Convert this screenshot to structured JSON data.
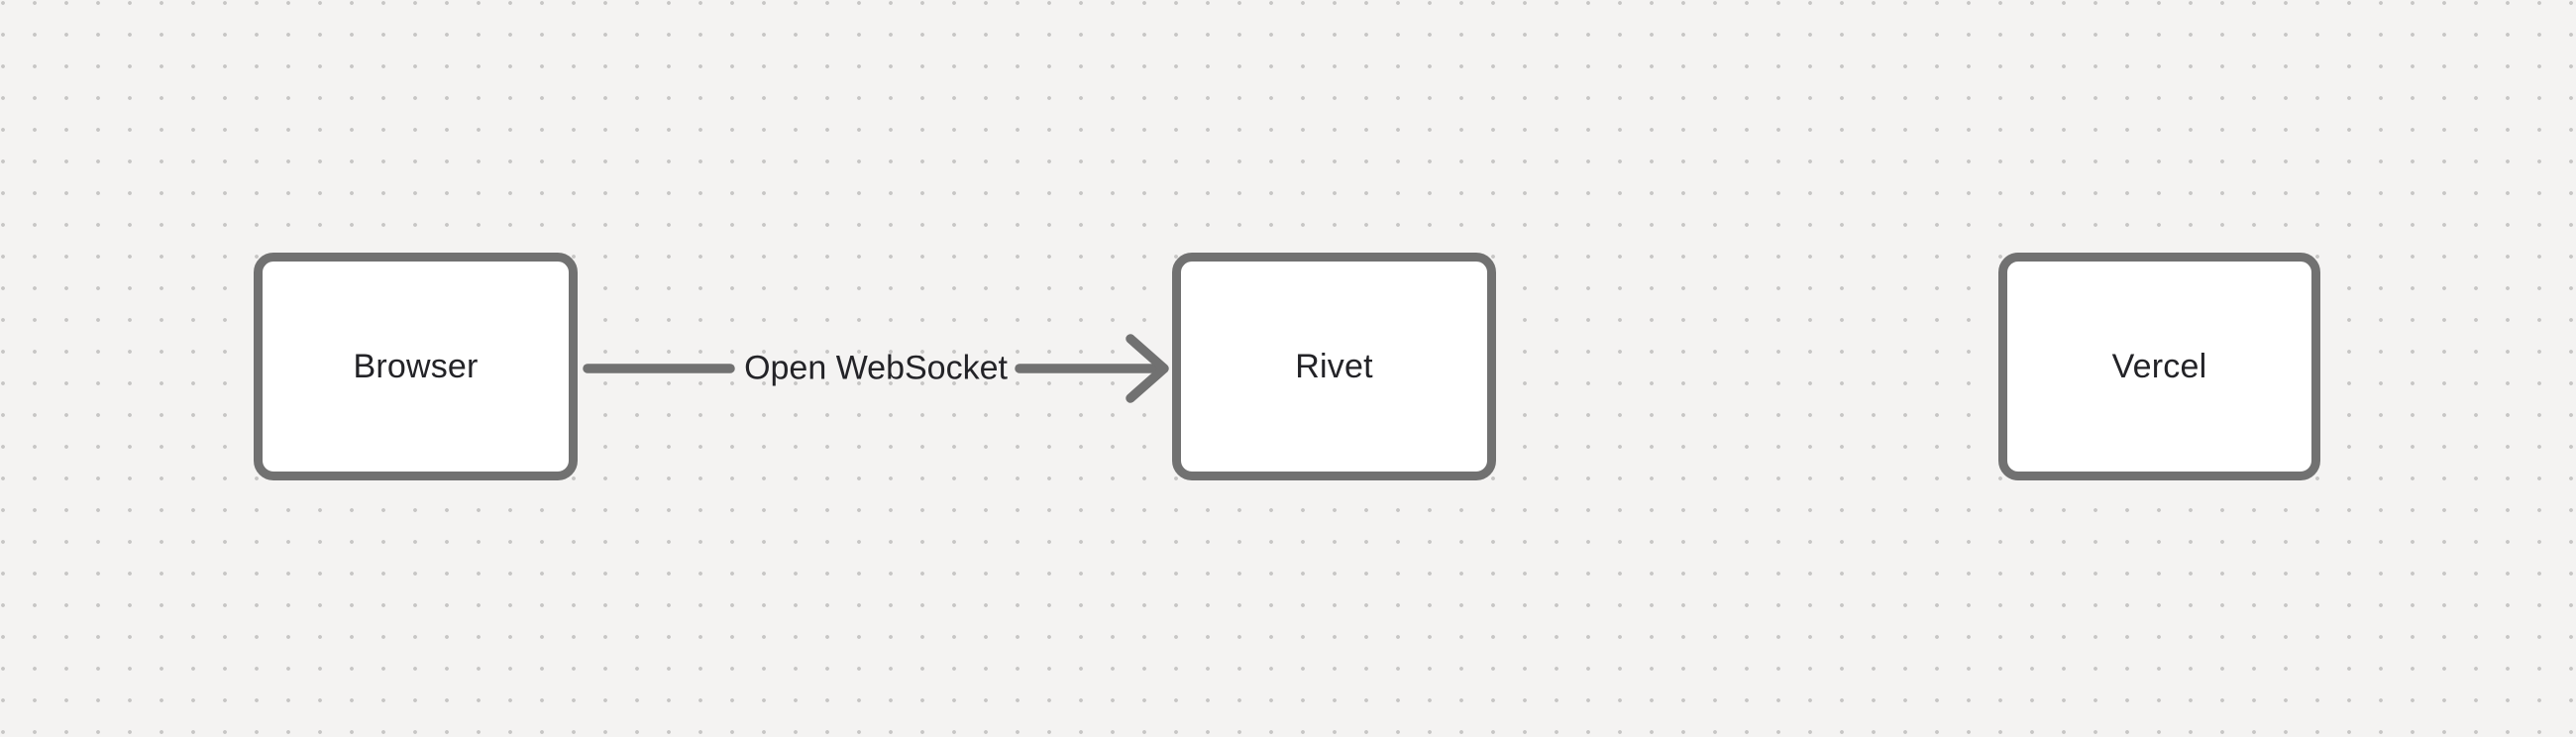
{
  "canvas": {
    "background_color": "#f4f3f2",
    "dot_color": "#c7c6c5",
    "stroke_color": "#717171",
    "node_fill": "#ffffff",
    "text_color": "#232327"
  },
  "nodes": [
    {
      "id": "browser",
      "label": "Browser"
    },
    {
      "id": "rivet",
      "label": "Rivet"
    },
    {
      "id": "vercel",
      "label": "Vercel"
    }
  ],
  "edges": [
    {
      "from": "browser",
      "to": "rivet",
      "label": "Open WebSocket",
      "direction": "right"
    }
  ]
}
